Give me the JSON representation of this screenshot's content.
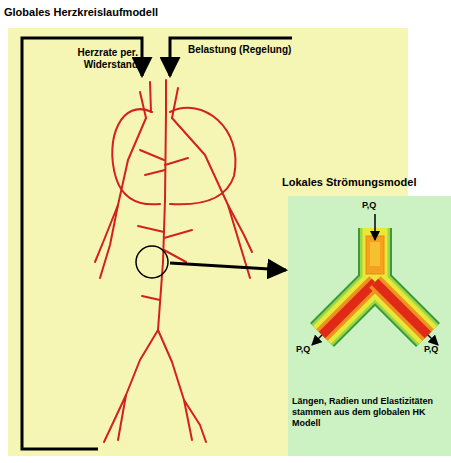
{
  "diagram": {
    "nodes": [
      {
        "text": [
          "Globales Herzkreislaufmodell"
        ]
      },
      {
        "text": [
          "Lokales Strömungsmodel",
          "Längen, Radien und Elastizitäten stammen aus dem globalen HK Modell"
        ]
      }
    ],
    "labels": [
      "Herzrate per. Widerstand",
      "Belastung (Regelung)",
      "P,Q",
      "P,Q",
      "P,Q"
    ]
  }
}
